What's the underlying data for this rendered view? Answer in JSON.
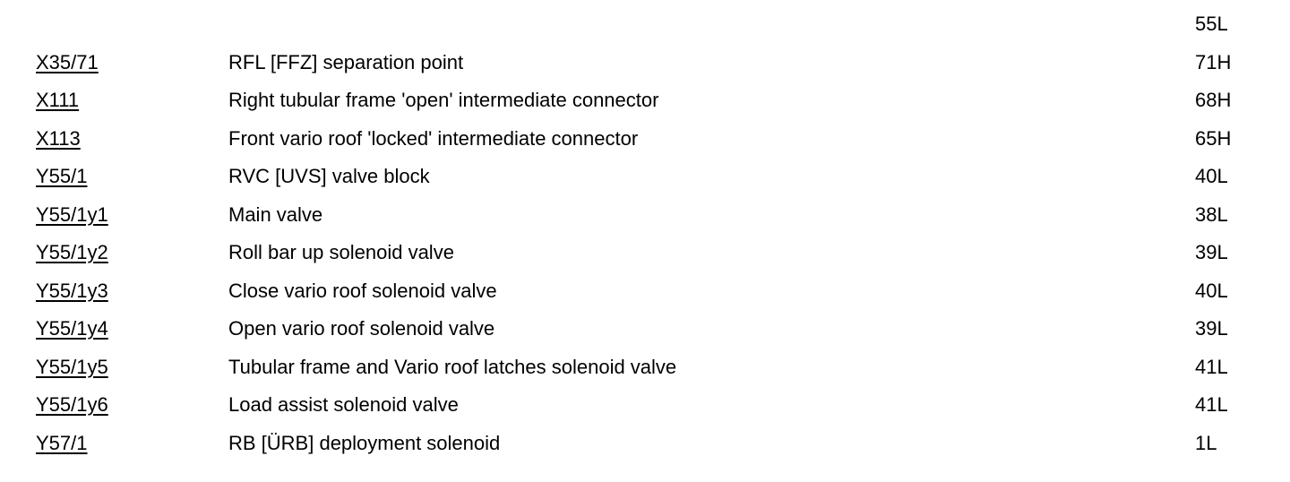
{
  "rows": [
    {
      "code": "",
      "description": "",
      "location": "55L"
    },
    {
      "code": "X35/71",
      "description": "RFL [FFZ] separation point",
      "location": "71H"
    },
    {
      "code": "X111",
      "description": "Right tubular frame 'open' intermediate connector",
      "location": "68H"
    },
    {
      "code": "X113",
      "description": "Front vario roof 'locked' intermediate connector",
      "location": "65H"
    },
    {
      "code": "Y55/1",
      "description": "RVC [UVS] valve block",
      "location": "40L"
    },
    {
      "code": "Y55/1y1",
      "description": "Main valve",
      "location": "38L"
    },
    {
      "code": "Y55/1y2",
      "description": "Roll bar up solenoid valve",
      "location": "39L"
    },
    {
      "code": "Y55/1y3",
      "description": "Close vario roof solenoid valve",
      "location": "40L"
    },
    {
      "code": "Y55/1y4",
      "description": "Open vario roof solenoid valve",
      "location": "39L"
    },
    {
      "code": "Y55/1y5",
      "description": "Tubular frame and Vario roof latches solenoid valve",
      "location": "41L"
    },
    {
      "code": "Y55/1y6",
      "description": "Load assist solenoid valve",
      "location": "41L"
    },
    {
      "code": "Y57/1",
      "description": "RB [ÜRB] deployment solenoid",
      "location": "1L"
    }
  ]
}
